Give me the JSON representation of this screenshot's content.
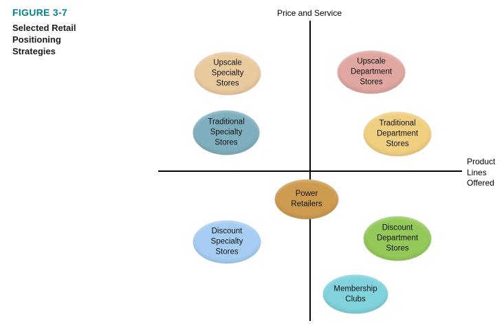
{
  "figure": {
    "label": "FIGURE 3-7",
    "label_color": "#008390",
    "title": "Selected Retail\nPositioning\nStrategies"
  },
  "axes": {
    "y_label": "Price and Service",
    "x_label": "Product\nLines\nOffered"
  },
  "bubbles": [
    {
      "label": "Upscale\nSpecialty\nStores",
      "color": "#E9CA9E"
    },
    {
      "label": "Upscale\nDepartment\nStores",
      "color": "#E0A6A0"
    },
    {
      "label": "Traditional\nSpecialty\nStores",
      "color": "#7FAFBE"
    },
    {
      "label": "Traditional\nDepartment\nStores",
      "color": "#F0CF80"
    },
    {
      "label": "Power\nRetailers",
      "color": "#CD9B50"
    },
    {
      "label": "Discount\nSpecialty\nStores",
      "color": "#A5CEF2"
    },
    {
      "label": "Discount\nDepartment\nStores",
      "color": "#94C95A"
    },
    {
      "label": "Membership\nClubs",
      "color": "#80D2DD"
    }
  ]
}
